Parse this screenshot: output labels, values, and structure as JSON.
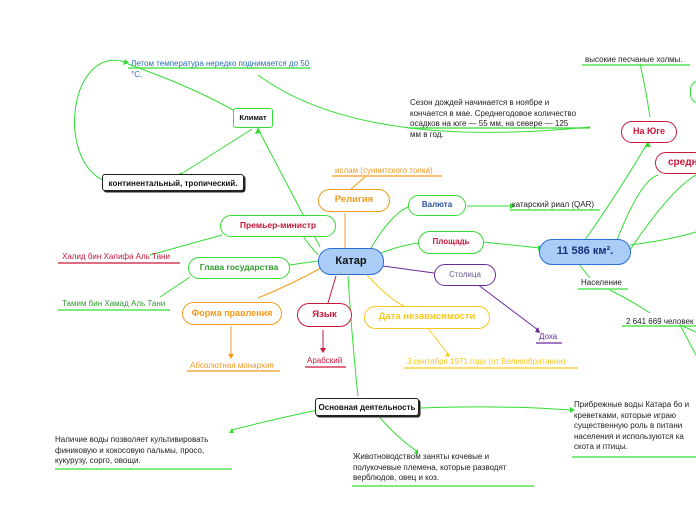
{
  "center": "Катар",
  "climate": {
    "title": "Климат",
    "type": "континентальный, тропический.",
    "temp": "Летом температура нередко поднимается до 50 °C,",
    "rain": "Сезон дождей начинается в ноябре и кончается в мае. Среднегодовое количество осадков на юге — 55 мм, на севере — 125 мм в год."
  },
  "religion": {
    "title": "Религия",
    "value": "ислам (суннитского толка)"
  },
  "currency": {
    "title": "Валюта",
    "value": "катарский риал (QAR)"
  },
  "area": {
    "title": "Площадь",
    "value": "11 586 км².",
    "population_label": "Население",
    "population_value": "2 641 669 человек",
    "south": "На Юге",
    "south_text": "высокие песчаные холмы.",
    "middle": "средн"
  },
  "capital": {
    "title": "Столица",
    "value": "Доха"
  },
  "independence": {
    "title": "Дата независимости",
    "value": "3 сентября 1971 года (от Великобритании)"
  },
  "language": {
    "title": "Язык",
    "value": "Арабский"
  },
  "government": {
    "title": "Форма правления",
    "value": "Абсолютная монархия"
  },
  "head_of_state": {
    "title": "Глава государства",
    "value": "Тамим бин Хамад Аль Тани"
  },
  "prime_minister": {
    "title": "Премьер-министр",
    "value": "Халид бин Халифа Аль Тани"
  },
  "activity": {
    "title": "Основная деятельность",
    "water": "Наличие воды позволяет культивировать финиковую и кокосовую пальмы, просо, кукурузу, сорго, овощи.",
    "livestock": "Животноводством заняты кочевые и полукочевые племена, которые разводят верблюдов, овец и коз.",
    "fishing": "Прибрежные воды Катара бо и креветками, которые играю существенную роль в питани населения и используются ка скота и птицы."
  },
  "colors": {
    "center_fill": "#a9cdf7",
    "center_border": "#2a6fd6",
    "green": "#33dd33",
    "orange": "#f39a1f",
    "red": "#c9183a",
    "purple": "#6a2a9a",
    "yellow": "#f7c81e",
    "blue_text": "#2a6fb5"
  }
}
